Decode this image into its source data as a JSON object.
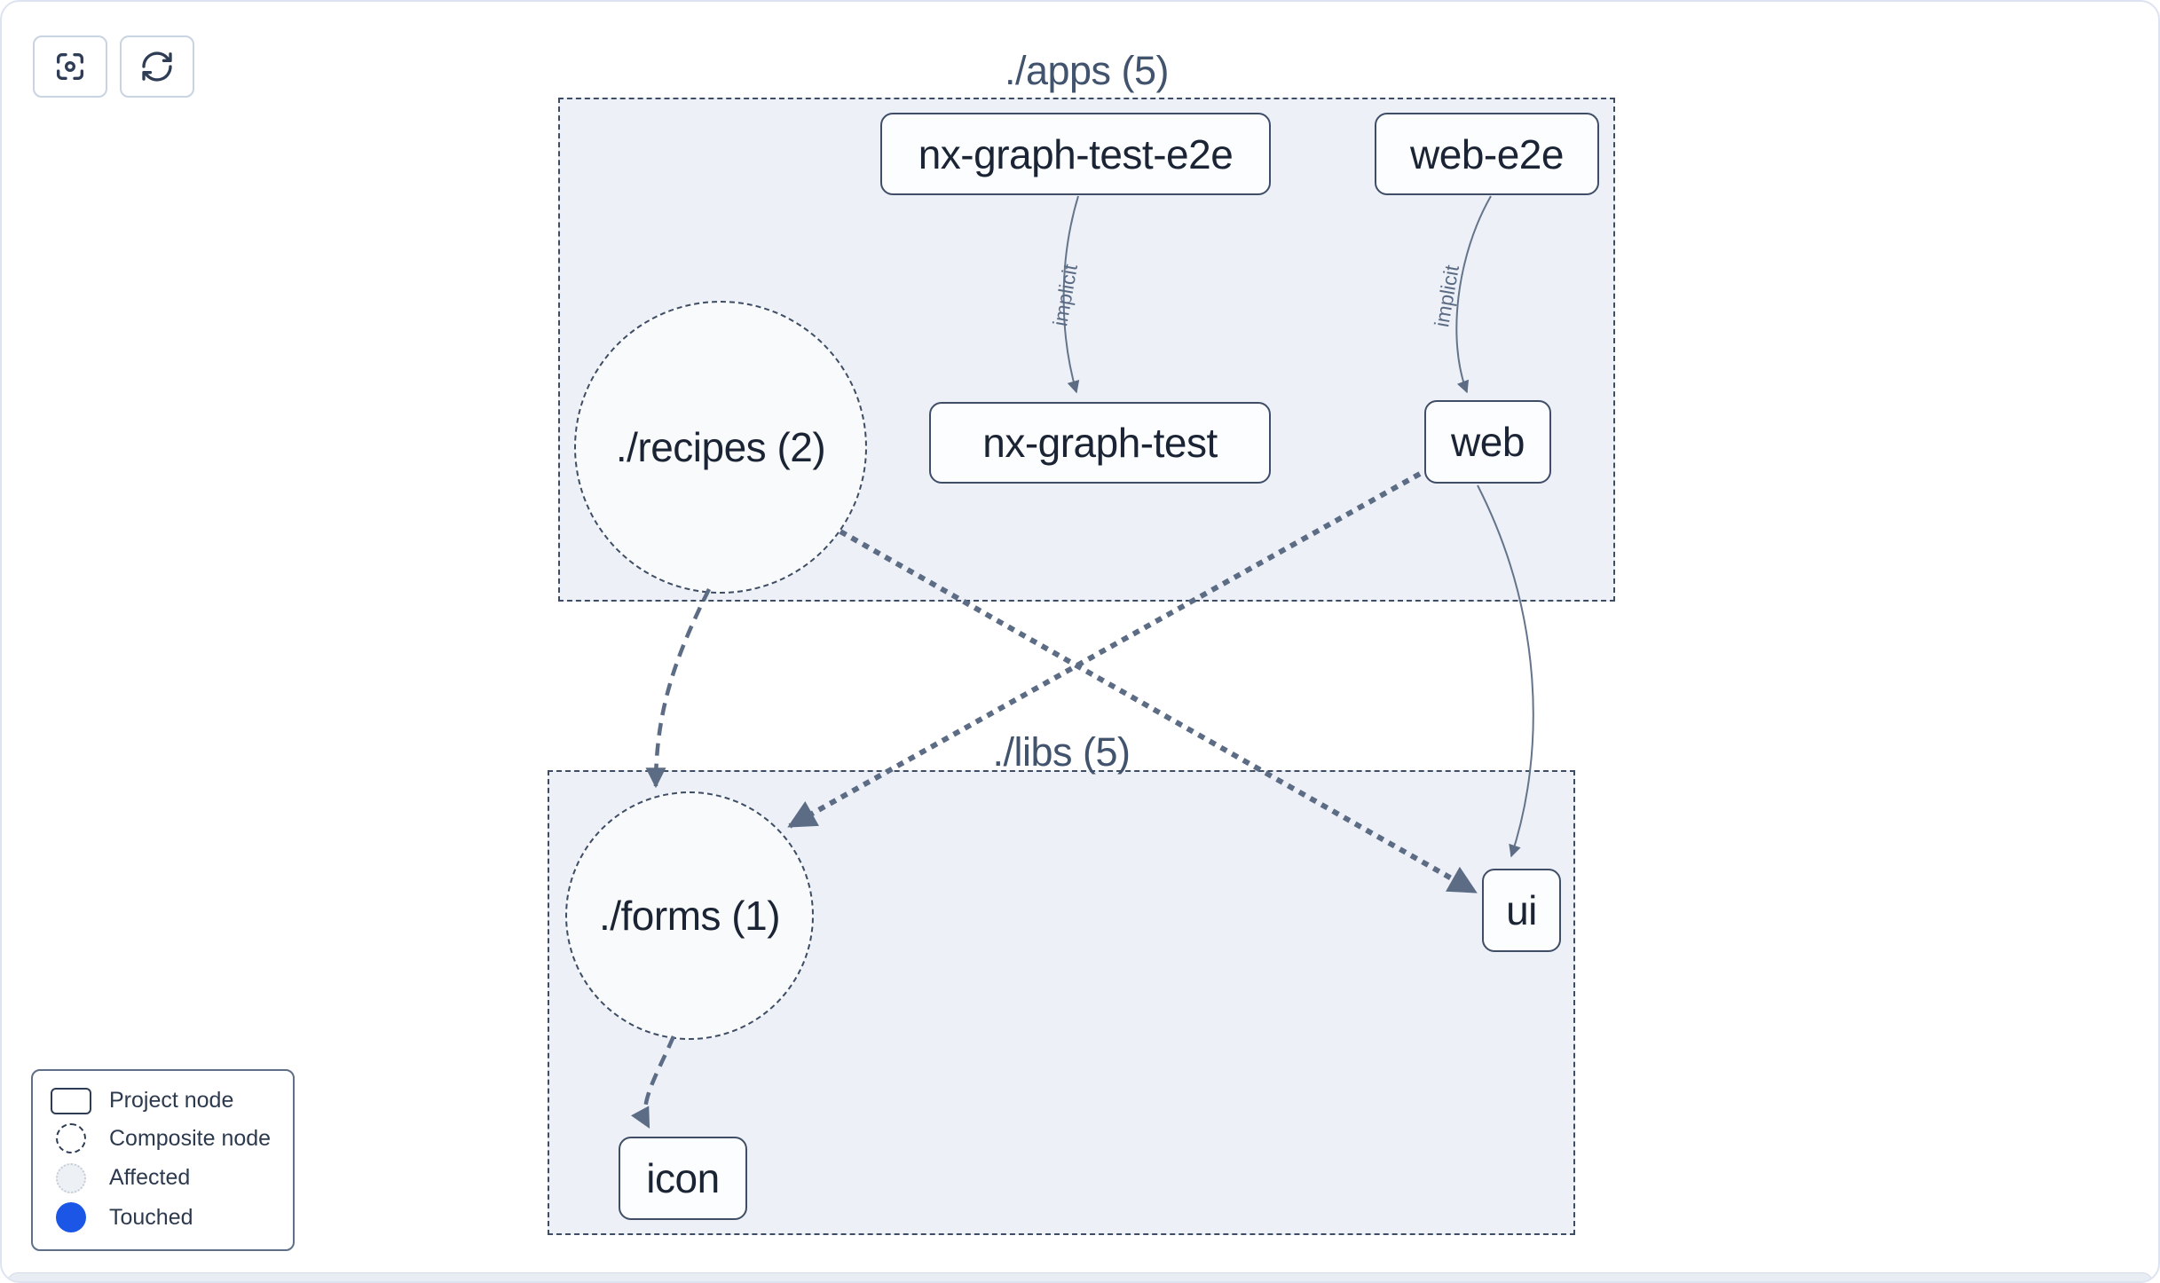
{
  "toolbar": {
    "buttons": [
      {
        "icon": "focus-icon"
      },
      {
        "icon": "refresh-icon"
      }
    ]
  },
  "graph": {
    "groups": [
      {
        "label": "./apps (5)"
      },
      {
        "label": "./libs (5)"
      }
    ],
    "composite_nodes": [
      {
        "label": "./recipes (2)",
        "group": "./apps"
      },
      {
        "label": "./forms (1)",
        "group": "./libs"
      }
    ],
    "project_nodes": [
      {
        "label": "nx-graph-test-e2e",
        "group": "./apps"
      },
      {
        "label": "web-e2e",
        "group": "./apps"
      },
      {
        "label": "nx-graph-test",
        "group": "./apps"
      },
      {
        "label": "web",
        "group": "./apps"
      },
      {
        "label": "ui",
        "group": "./libs"
      },
      {
        "label": "icon",
        "group": "./libs"
      }
    ],
    "edges": [
      {
        "from": "nx-graph-test-e2e",
        "to": "nx-graph-test",
        "label": "implicit",
        "style": "solid-thin"
      },
      {
        "from": "web-e2e",
        "to": "web",
        "label": "implicit",
        "style": "solid-thin"
      },
      {
        "from": "./recipes (2)",
        "to": "./forms (1)",
        "style": "dashed"
      },
      {
        "from": "./recipes (2)",
        "to": "ui",
        "style": "dotted-thick"
      },
      {
        "from": "web",
        "to": "./forms (1)",
        "style": "dotted-thick"
      },
      {
        "from": "web",
        "to": "ui",
        "style": "solid-thin"
      },
      {
        "from": "./forms (1)",
        "to": "icon",
        "style": "dashed"
      }
    ]
  },
  "legend": {
    "items": [
      {
        "swatch": "project-node",
        "label": "Project node"
      },
      {
        "swatch": "composite-node",
        "label": "Composite node"
      },
      {
        "swatch": "affected",
        "label": "Affected"
      },
      {
        "swatch": "touched",
        "label": "Touched"
      }
    ]
  },
  "colors": {
    "canvas_border": "#dde3f0",
    "group_fill": "#edf1f7",
    "group_border": "#3e4d64",
    "node_border": "#3f4e66",
    "node_text": "#1b2434",
    "edge": "#5d6c85",
    "touched_blue": "#1b56e6"
  }
}
